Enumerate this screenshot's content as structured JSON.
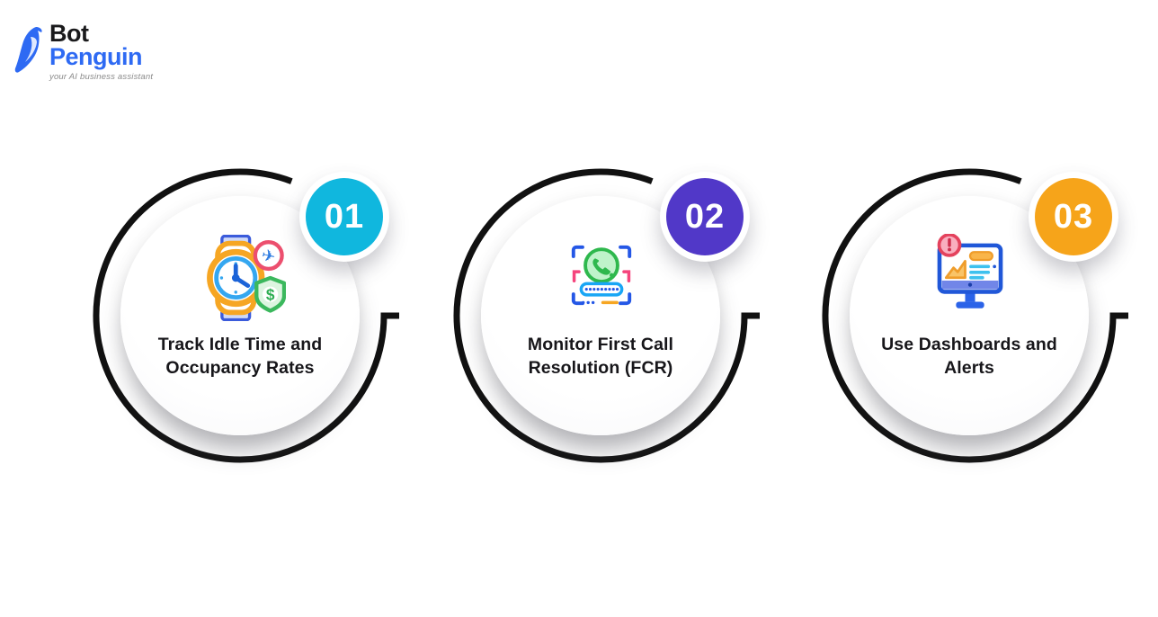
{
  "logo": {
    "name_top": "Bot",
    "name_bottom": "Penguin",
    "tagline": "your AI business assistant",
    "colors": {
      "name_top": "#1a1a1c",
      "name_bottom": "#2e6af3",
      "tagline": "#8a8a8a",
      "penguin_mark": "#2e6af3"
    }
  },
  "steps": [
    {
      "number": "01",
      "badge_color": "#10b7de",
      "title_lines": [
        "Track Idle Time and",
        "Occupancy Rates"
      ],
      "icon": "watch-time-travel-icon"
    },
    {
      "number": "02",
      "badge_color": "#5138c8",
      "title_lines": [
        "Monitor First Call",
        "Resolution (FCR)"
      ],
      "icon": "call-scan-icon"
    },
    {
      "number": "03",
      "badge_color": "#f6a41a",
      "title_lines": [
        "Use Dashboards and",
        "Alerts"
      ],
      "icon": "dashboard-alerts-icon"
    }
  ],
  "style": {
    "arc_color": "#111111",
    "title_color": "#17161a",
    "circle_fill": "#ffffff",
    "background": "#ffffff"
  }
}
